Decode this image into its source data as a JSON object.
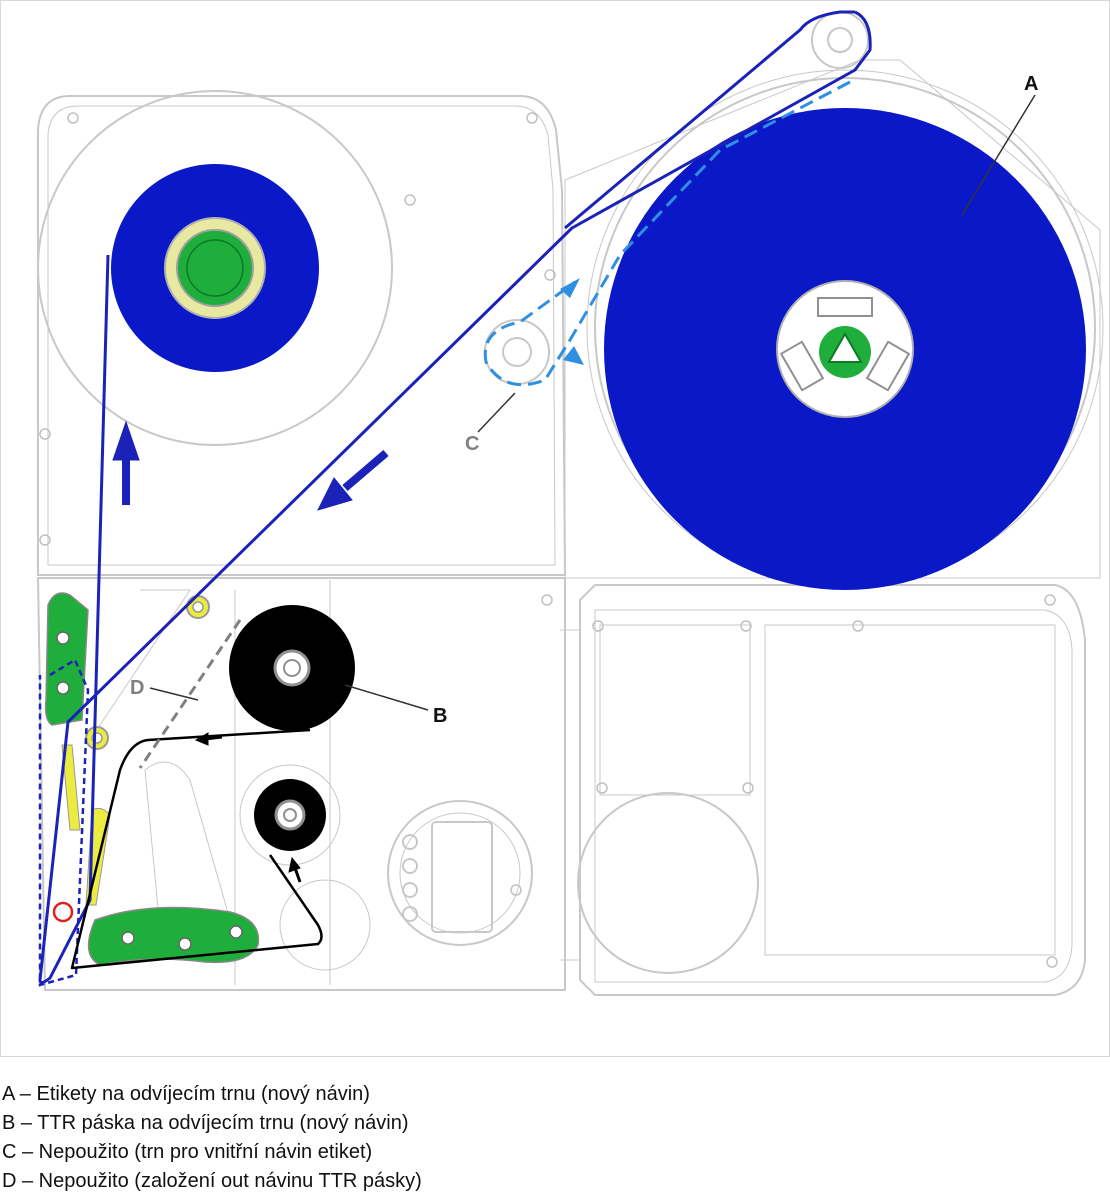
{
  "callouts": {
    "a": "A",
    "b": "B",
    "c": "C",
    "d": "D"
  },
  "legend": [
    "A – Etikety na odvíjecím trnu (nový návin)",
    "B – TTR páska na odvíjecím trnu (nový návin)",
    "C – Nepoužito (trn pro vnitřní návin etiket)",
    "D – Nepoužito (založení out návinu TTR pásky)"
  ],
  "colors": {
    "label_path": "#1a22b8",
    "label_roll": "#0a18c8",
    "alt_path": "#2f8fe0",
    "ribbon": "#000000",
    "unused_ribbon_path": "#808080",
    "mandrel_green": "#1fae3c",
    "guide_yellow": "#ecec40",
    "machine_outline": "#c8c8c8",
    "sensor_red": "#e02020",
    "callout_c_d": "#808080"
  }
}
